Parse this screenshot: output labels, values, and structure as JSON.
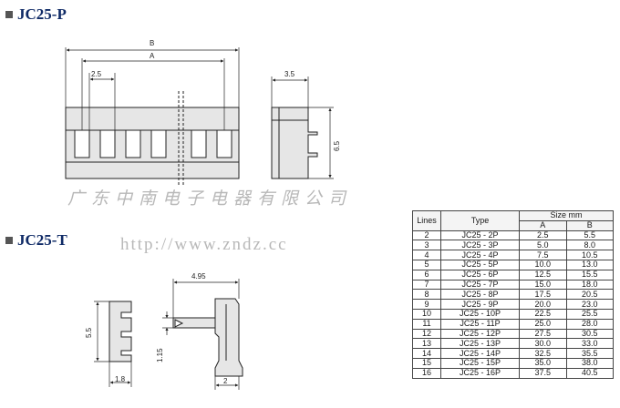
{
  "headings": {
    "p_title": "JC25-P",
    "t_title": "JC25-T"
  },
  "watermark": {
    "company": "广东中南电子电器有限公司",
    "url": "http://www.zndz.cc"
  },
  "dimensions_p": {
    "b": "B",
    "a": "A",
    "pitch": "2.5",
    "depth": "3.5",
    "height": "6.5"
  },
  "dimensions_t": {
    "height": "5.5",
    "width_left": "1.8",
    "length": "4.95",
    "tab": "1.15",
    "width_right": "2"
  },
  "table": {
    "head_lines": "Lines",
    "head_type": "Type",
    "head_size": "Size mm",
    "head_a": "A",
    "head_b": "B",
    "rows": [
      {
        "lines": "2",
        "type": "JC25 - 2P",
        "a": "2.5",
        "b": "5.5"
      },
      {
        "lines": "3",
        "type": "JC25 - 3P",
        "a": "5.0",
        "b": "8.0"
      },
      {
        "lines": "4",
        "type": "JC25 - 4P",
        "a": "7.5",
        "b": "10.5"
      },
      {
        "lines": "5",
        "type": "JC25 - 5P",
        "a": "10.0",
        "b": "13.0"
      },
      {
        "lines": "6",
        "type": "JC25 - 6P",
        "a": "12.5",
        "b": "15.5"
      },
      {
        "lines": "7",
        "type": "JC25 - 7P",
        "a": "15.0",
        "b": "18.0"
      },
      {
        "lines": "8",
        "type": "JC25 - 8P",
        "a": "17.5",
        "b": "20.5"
      },
      {
        "lines": "9",
        "type": "JC25 - 9P",
        "a": "20.0",
        "b": "23.0"
      },
      {
        "lines": "10",
        "type": "JC25 - 10P",
        "a": "22.5",
        "b": "25.5"
      },
      {
        "lines": "11",
        "type": "JC25 - 11P",
        "a": "25.0",
        "b": "28.0"
      },
      {
        "lines": "12",
        "type": "JC25 - 12P",
        "a": "27.5",
        "b": "30.5"
      },
      {
        "lines": "13",
        "type": "JC25 - 13P",
        "a": "30.0",
        "b": "33.0"
      },
      {
        "lines": "14",
        "type": "JC25 - 14P",
        "a": "32.5",
        "b": "35.5"
      },
      {
        "lines": "15",
        "type": "JC25 - 15P",
        "a": "35.0",
        "b": "38.0"
      },
      {
        "lines": "16",
        "type": "JC25 - 16P",
        "a": "37.5",
        "b": "40.5"
      }
    ]
  }
}
